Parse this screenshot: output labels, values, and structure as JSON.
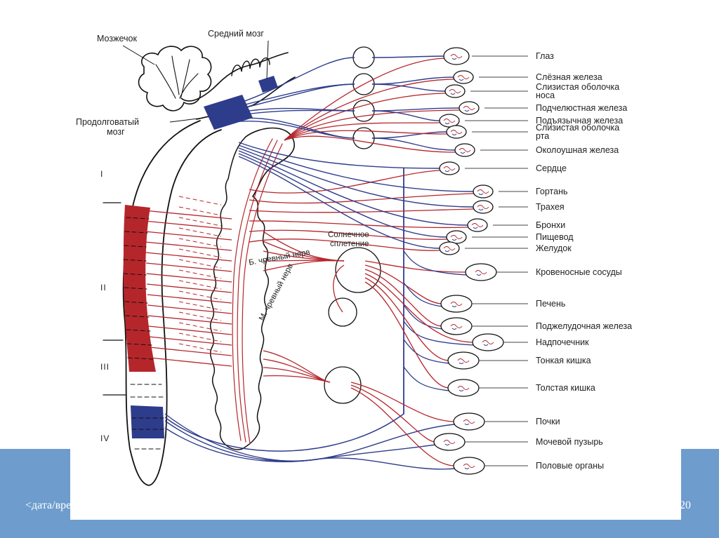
{
  "slide": {
    "footer_date": "<дата/время>",
    "slide_number": "20",
    "colors": {
      "accent_blue": "#6d9ccd",
      "sympathetic_red": "#b5262b",
      "parasympathetic_blue": "#2e3c8c",
      "outline": "#111111"
    }
  },
  "diagram": {
    "brain_labels": {
      "cerebellum": "Мозжечок",
      "midbrain": "Средний мозг",
      "medulla": "Продолговатый мозг",
      "medulla_line1": "Продолговатый",
      "medulla_line2": "мозг"
    },
    "spinal_regions": [
      "I",
      "II",
      "III",
      "IV"
    ],
    "center_labels": {
      "solar_plexus_line1": "Солнечное",
      "solar_plexus_line2": "сплетение",
      "greater_splanchnic": "Б. чревный нерв",
      "lesser_splanchnic": "М. чревный нерв"
    },
    "organs": [
      {
        "label": "Глаз"
      },
      {
        "label": "Слёзная железа"
      },
      {
        "label": "Слизистая оболочка",
        "label2": "носа"
      },
      {
        "label": "Подчелюстная железа"
      },
      {
        "label": "Подъязычная железа"
      },
      {
        "label": "Слизистая оболочка",
        "label2": "рта"
      },
      {
        "label": "Околоушная железа"
      },
      {
        "label": "Сердце"
      },
      {
        "label": "Гортань"
      },
      {
        "label": "Трахея"
      },
      {
        "label": "Бронхи"
      },
      {
        "label": "Пищевод"
      },
      {
        "label": "Желудок"
      },
      {
        "label": "Кровеносные сосуды"
      },
      {
        "label": "Печень"
      },
      {
        "label": "Поджелудочная железа"
      },
      {
        "label": "Надпочечник"
      },
      {
        "label": "Тонкая кишка"
      },
      {
        "label": "Толстая кишка"
      },
      {
        "label": "Почки"
      },
      {
        "label": "Мочевой пузырь"
      },
      {
        "label": "Половые органы"
      }
    ]
  }
}
